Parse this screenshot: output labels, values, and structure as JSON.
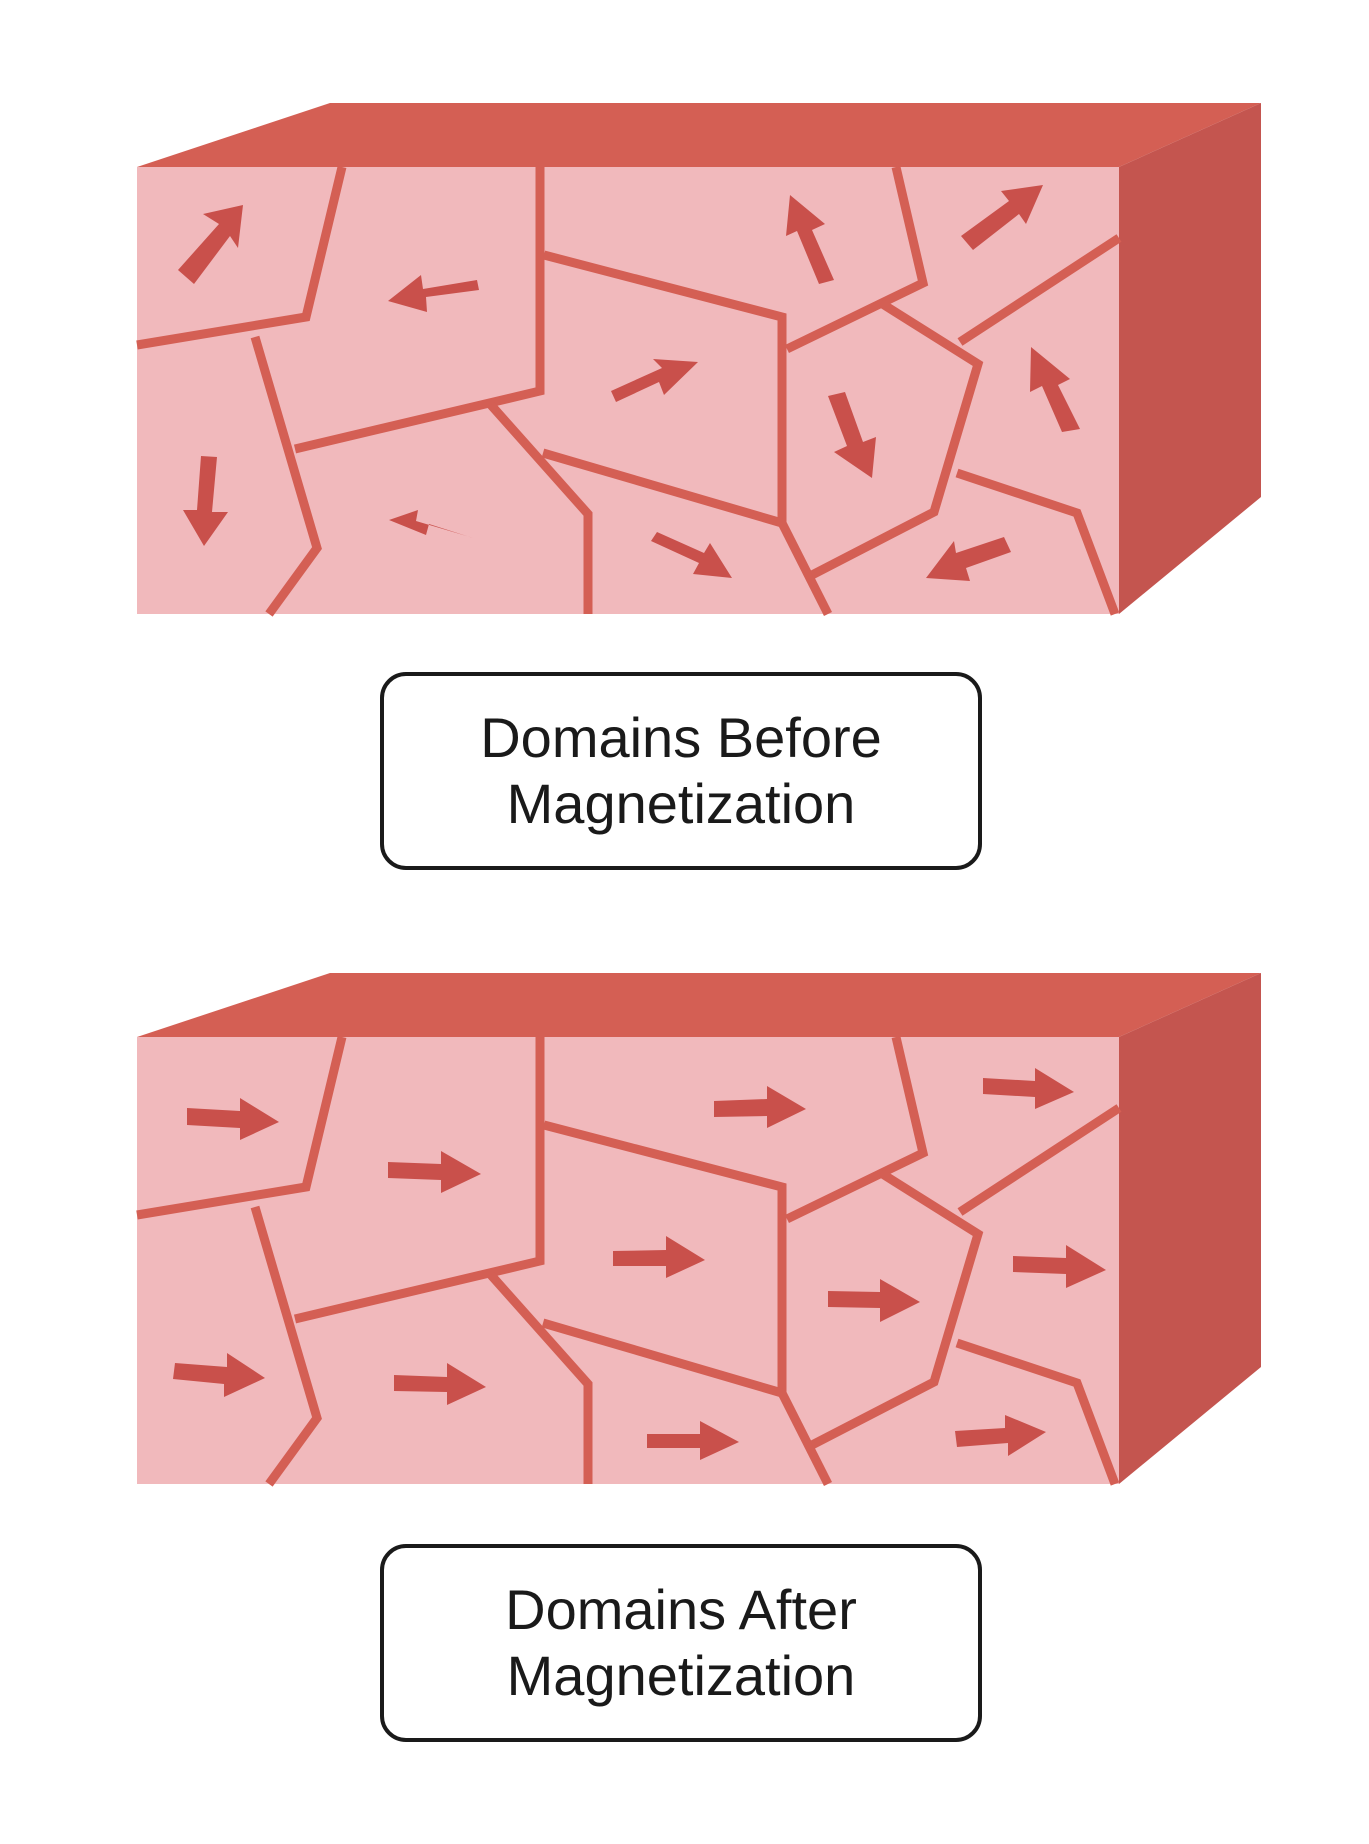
{
  "colors": {
    "face": "#f1b9bc",
    "top": "#d45f54",
    "side": "#c4554f",
    "boundary": "#d45f54",
    "arrow": "#c9504b",
    "label_border": "#1a1a1a",
    "label_text": "#1a1a1a"
  },
  "panels": [
    {
      "id": "before",
      "label_line1": "Domains Before",
      "label_line2": "Magnetization",
      "domain_orientation": "random"
    },
    {
      "id": "after",
      "label_line1": "Domains After",
      "label_line2": "Magnetization",
      "domain_orientation": "aligned"
    }
  ]
}
